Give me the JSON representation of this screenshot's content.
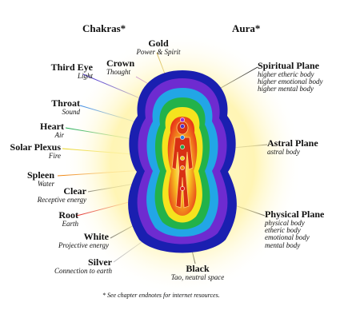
{
  "headings": {
    "chakras": "Chakras*",
    "aura": "Aura*"
  },
  "footnote": "* See chapter endnotes for internet resources.",
  "chakras": [
    {
      "id": "gold",
      "name": "Gold",
      "desc": "Power & Spirit",
      "color": "#c8a020"
    },
    {
      "id": "crown",
      "name": "Crown",
      "desc": "Thought",
      "color": "#9a2fd6"
    },
    {
      "id": "third-eye",
      "name": "Third Eye",
      "desc": "Light",
      "color": "#4b34c9"
    },
    {
      "id": "throat",
      "name": "Throat",
      "desc": "Sound",
      "color": "#2a7fe0"
    },
    {
      "id": "heart",
      "name": "Heart",
      "desc": "Air",
      "color": "#1aa84a"
    },
    {
      "id": "solar-plexus",
      "name": "Solar Plexus",
      "desc": "Fire",
      "color": "#e8d21a"
    },
    {
      "id": "spleen",
      "name": "Spleen",
      "desc": "Water",
      "color": "#f08a16"
    },
    {
      "id": "clear",
      "name": "Clear",
      "desc": "Receptive energy",
      "color": "#ffffff"
    },
    {
      "id": "root",
      "name": "Root",
      "desc": "Earth",
      "color": "#e0201a"
    },
    {
      "id": "white",
      "name": "White",
      "desc": "Projective energy",
      "color": "#ffffff"
    },
    {
      "id": "silver",
      "name": "Silver",
      "desc": "Connection to earth",
      "color": "#b0b0b8"
    },
    {
      "id": "black",
      "name": "Black",
      "desc": "Tao, neutral space",
      "color": "#000000"
    }
  ],
  "aura": [
    {
      "id": "spiritual",
      "name": "Spiritual Plane",
      "items": [
        "higher etheric body",
        "higher emotional body",
        "higher mental body"
      ]
    },
    {
      "id": "astral",
      "name": "Astral Plane",
      "items": [
        "astral body"
      ]
    },
    {
      "id": "physical",
      "name": "Physical Plane",
      "items": [
        "physical body",
        "etheric body",
        "emotional body",
        "mental body"
      ]
    }
  ],
  "colors": {
    "halo": "#fff6b8",
    "outer_blue": "#1a1fb0",
    "purple": "#7a2dd0",
    "cyan": "#2aa8e8",
    "green": "#22b24a",
    "yellow": "#f7e51f",
    "orange": "#f59a1c",
    "red": "#e4281c"
  }
}
